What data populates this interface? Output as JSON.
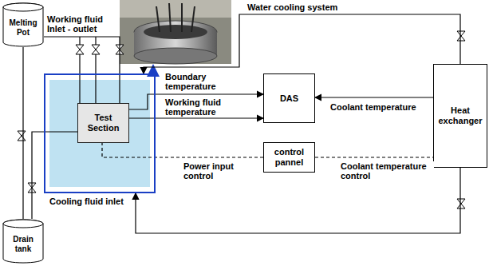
{
  "diagram": {
    "nodes": [
      {
        "text": [
          "Melting Pot"
        ]
      },
      {
        "text": [
          "Drain tank"
        ]
      },
      {
        "text": [
          "Cooling fluid inlet"
        ]
      },
      {
        "text": [
          "Test Section"
        ],
        "in": 2
      },
      {
        "text": [
          "DAS"
        ]
      },
      {
        "text": [
          "control pannel"
        ]
      },
      {
        "text": [
          "Heat exchanger"
        ]
      }
    ],
    "edges": [
      {
        "from": 0,
        "to": 1,
        "arrow": "none"
      },
      {
        "from": 0,
        "to": 3,
        "label": "Working fluid Inlet - outlet",
        "arrow": "none"
      },
      {
        "from": 3,
        "to": 1,
        "arrow": "none"
      },
      {
        "from": 3,
        "to": 4,
        "label": "Boundary temperature",
        "arrow": "to"
      },
      {
        "from": 3,
        "to": 4,
        "label": "Working fluid temperature",
        "arrow": "to"
      },
      {
        "from": 6,
        "to": 4,
        "label": "Coolant temperature",
        "arrow": "to"
      },
      {
        "from": 5,
        "to": 3,
        "label": "Power input control",
        "arrow": "none"
      },
      {
        "from": 5,
        "to": 6,
        "label": "Coolant temperature control",
        "arrow": "none"
      },
      {
        "from": 6,
        "to": 2,
        "label": "Water cooling system",
        "arrow": "to"
      },
      {
        "from": 6,
        "to": 2,
        "arrow": "to"
      }
    ]
  }
}
